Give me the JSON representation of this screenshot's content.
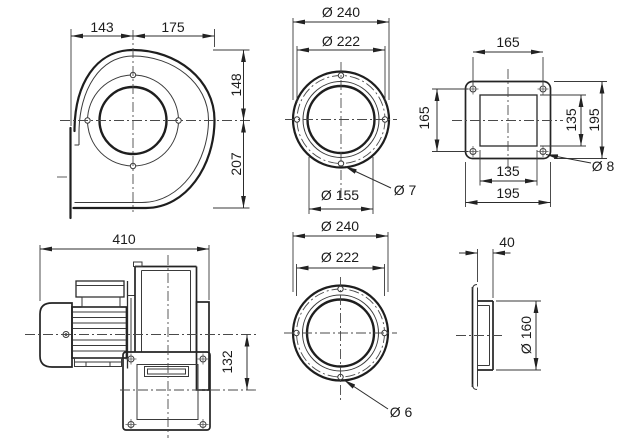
{
  "colors": {
    "ink": "#222222",
    "background": "#ffffff"
  },
  "views": {
    "scroll_side": {
      "dims": {
        "width_left": "143",
        "width_right": "175",
        "height_top": "148",
        "height_bottom": "207"
      }
    },
    "inlet_flange_top": {
      "dims": {
        "outer_dia": "Ø 240",
        "bolt_circle_dia": "Ø 222",
        "bore_dia": "Ø 155",
        "hole_dia": "Ø 7"
      }
    },
    "discharge_flange": {
      "dims": {
        "hole_span_h": "165",
        "hole_span_v": "165",
        "opening_height": "135",
        "outer_height": "195",
        "opening_width": "135",
        "outer_width": "195",
        "hole_dia": "Ø 8"
      }
    },
    "motor_side": {
      "dims": {
        "overall_length": "410",
        "axis_height": "132"
      }
    },
    "inlet_flange_bottom": {
      "dims": {
        "outer_dia": "Ø 240",
        "bolt_circle_dia": "Ø 222",
        "hole_dia": "Ø 6"
      }
    },
    "spigot_side": {
      "dims": {
        "depth": "40",
        "diameter": "Ø 160"
      }
    }
  }
}
